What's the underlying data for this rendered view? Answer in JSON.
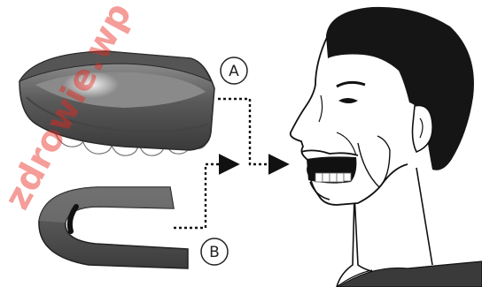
{
  "labels": {
    "a": "A",
    "b": "B"
  },
  "watermark": {
    "text": "zdrowie.wp"
  },
  "colors": {
    "mouthguard_dark": "#3f3f3f",
    "mouthguard_mid": "#6e6e6e",
    "mouthguard_light": "#b8b8b8",
    "hair": "#151515",
    "line": "#111111",
    "watermark": "#e8281f"
  },
  "icons": [
    "arrow-right-icon"
  ]
}
